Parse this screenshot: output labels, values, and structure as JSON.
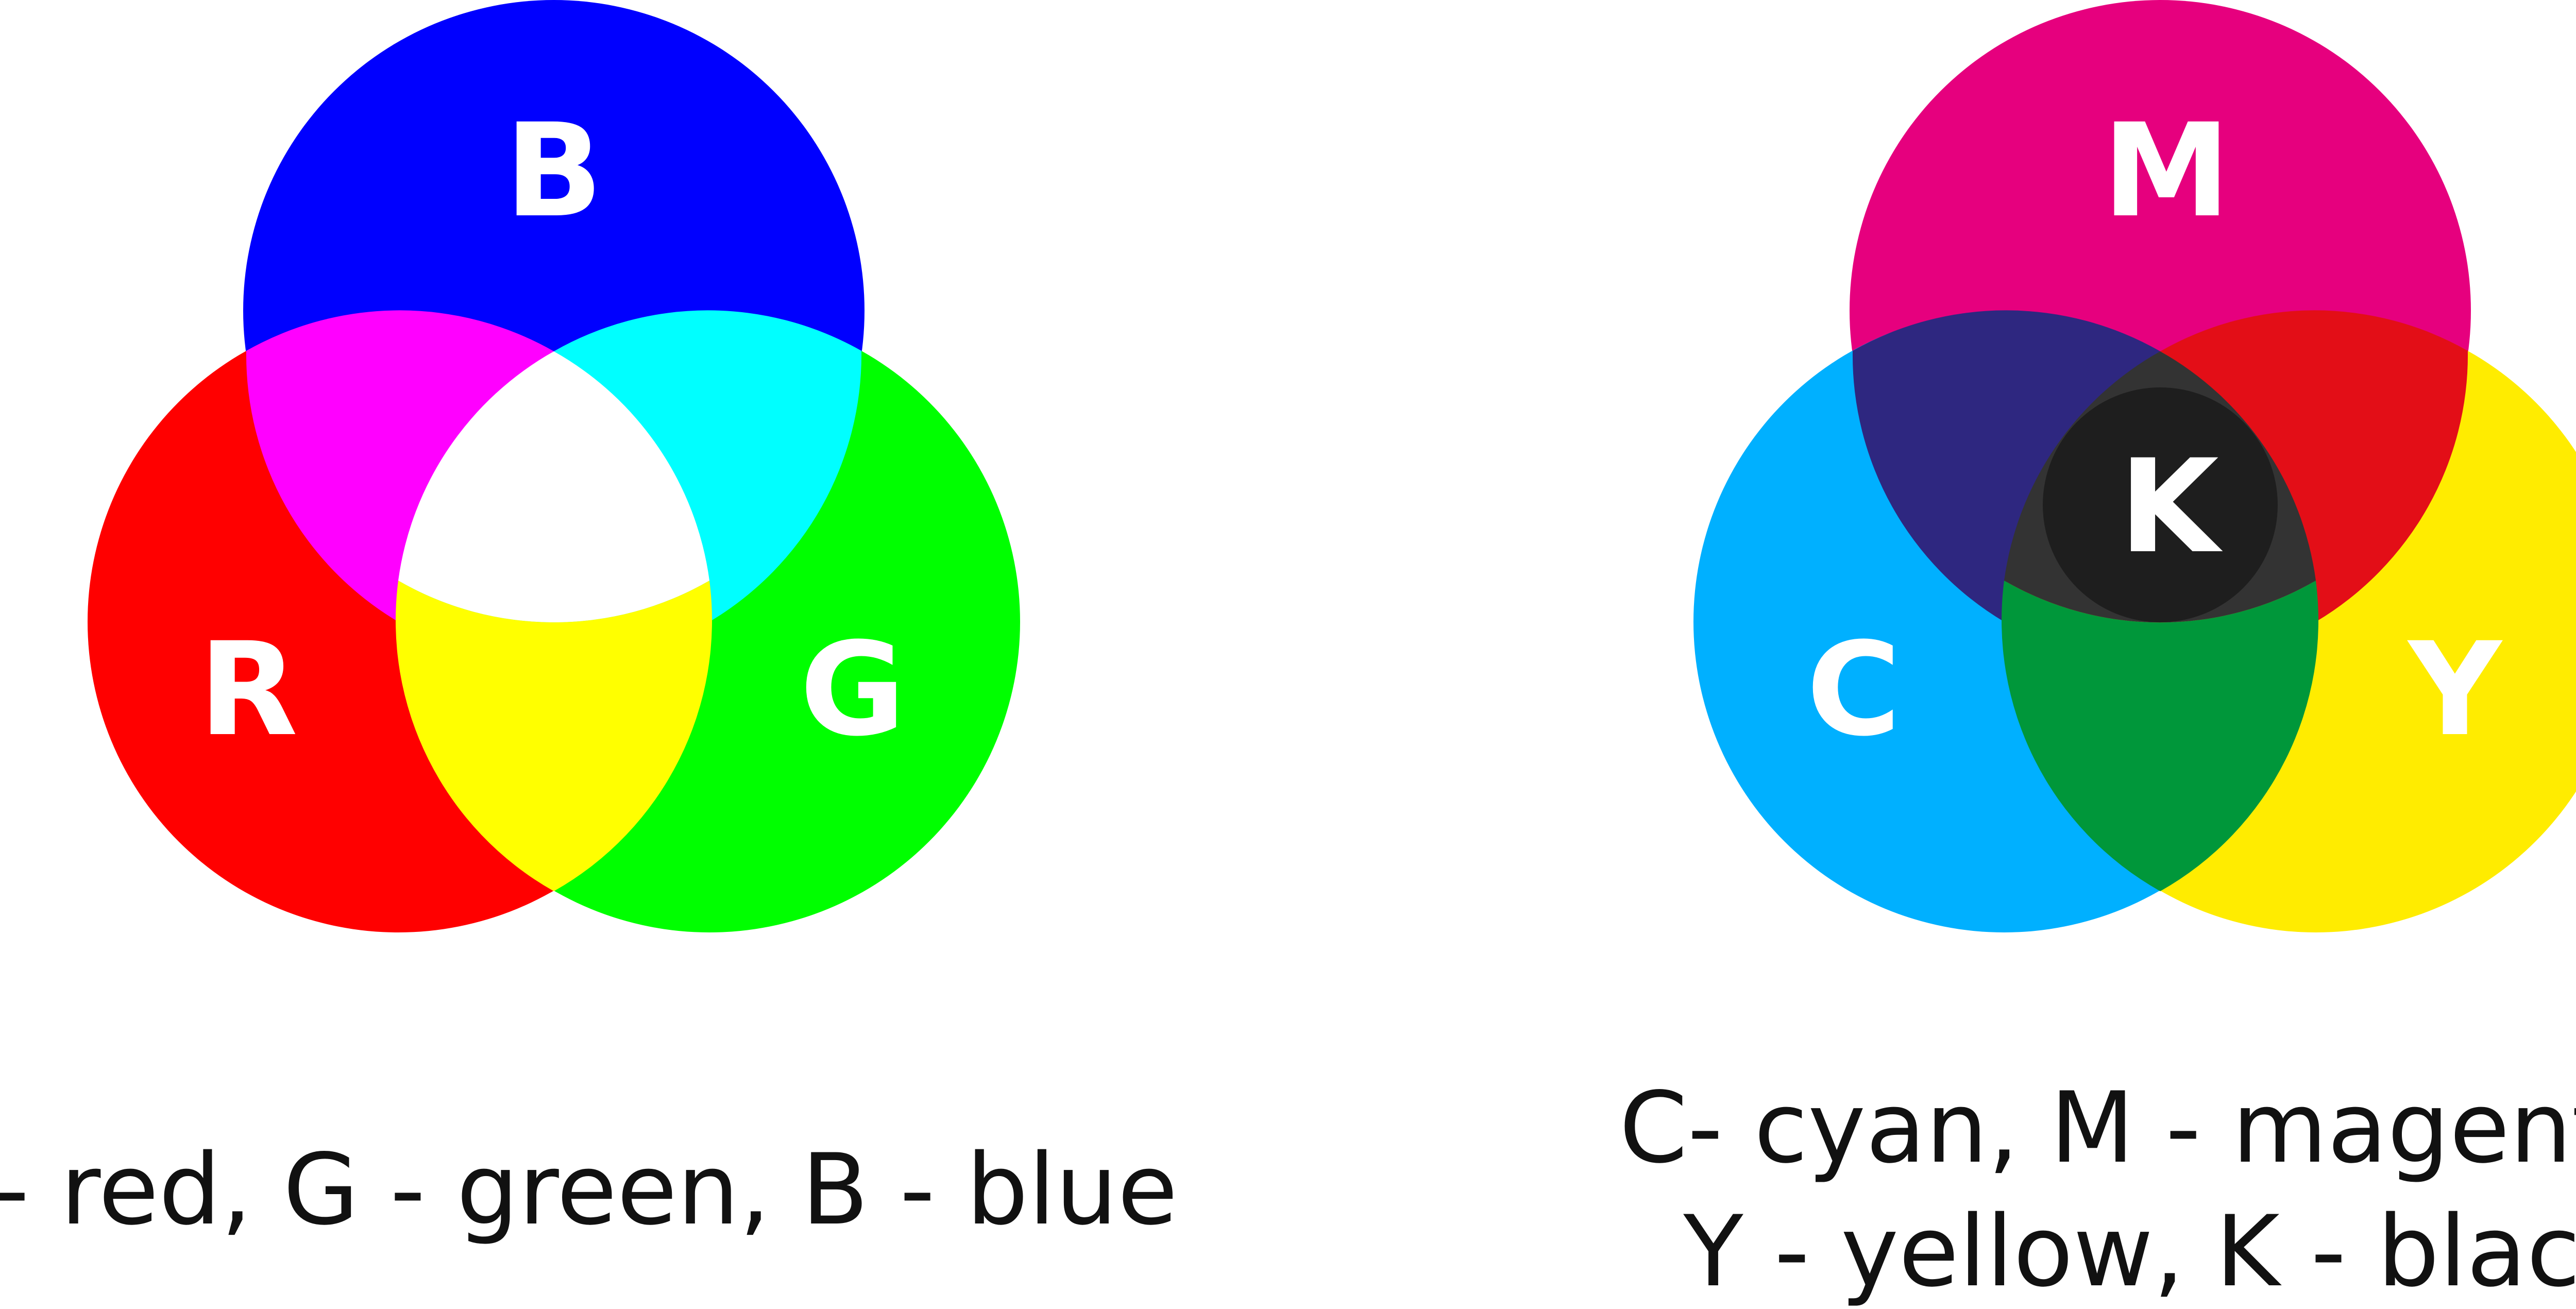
{
  "rgb_model": {
    "labels": {
      "blue": "B",
      "red": "R",
      "green": "G"
    },
    "colors": {
      "blue": "#0000ff",
      "red": "#ff0000",
      "green": "#00ff00",
      "magenta": "#ff00ff",
      "cyan": "#00ffff",
      "yellow": "#ffff00",
      "white": "#ffffff"
    },
    "caption": "R- red, G - green, B - blue"
  },
  "cmyk_model": {
    "labels": {
      "magenta": "M",
      "cyan": "C",
      "yellow": "Y",
      "black": "K"
    },
    "colors": {
      "magenta": "#e6007e",
      "cyan": "#00b0ff",
      "yellow": "#ffec00",
      "blue_overlap": "#2e2780",
      "red_overlap": "#e30e17",
      "green_overlap": "#00973a",
      "center_overlap": "#333333",
      "black": "#1e1e1e"
    },
    "caption_line_1": "C- cyan, M - magenta,",
    "caption_line_2": "Y - yellow, K - black"
  }
}
